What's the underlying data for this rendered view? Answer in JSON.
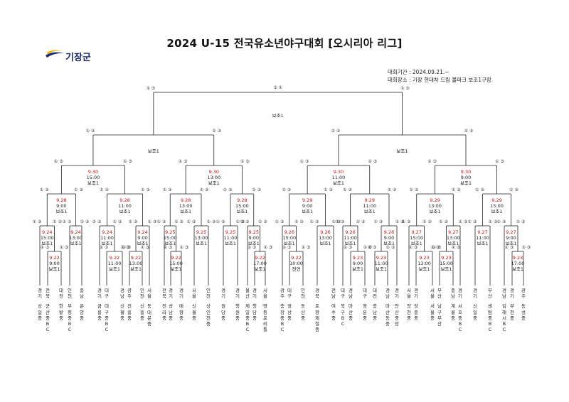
{
  "header": {
    "title": "2024 U-15 전국유소년야구대회 [오시리아 리그]",
    "logo_text": "기장군",
    "period": "대회기간 : 2024.09.21.~",
    "venue": "대회장소 : 기장 현대차 드림 볼파크 보조1구장"
  },
  "teams": [
    [
      "경기",
      "상일중"
    ],
    [
      "전북",
      "군산중BC"
    ],
    [
      "대전",
      "한밭중"
    ],
    [
      "인천",
      "부평중BC"
    ],
    [
      "충남",
      "온양중"
    ],
    [
      "경기",
      "금릉중"
    ],
    [
      "대구",
      "대구중BC"
    ],
    [
      "경남",
      "신월중"
    ],
    [
      "광주",
      "진흥중"
    ],
    [
      "인천",
      "신흥중"
    ],
    [
      "서울",
      "동대문중"
    ],
    [
      "전북",
      "전라중"
    ],
    [
      "경기",
      "성남중"
    ],
    [
      "경기",
      "매향중"
    ],
    [
      "서울",
      "신월중"
    ],
    [
      "인천",
      "상인천중"
    ],
    [
      "경기",
      "원당중"
    ],
    [
      "경기",
      "청원중"
    ],
    [
      "울산",
      "제일중BC"
    ],
    [
      "경기",
      "청담중"
    ],
    [
      "서울",
      "영등포리틀"
    ],
    [
      "광주",
      "충장중BC"
    ],
    [
      "대구",
      "경상중"
    ],
    [
      "인천",
      "동산중"
    ],
    [
      "경북",
      "포항제철중"
    ],
    [
      "전남",
      "여수중"
    ],
    [
      "대구",
      "북구BC"
    ],
    [
      "경남",
      "마산중"
    ],
    [
      "대구",
      "경운중"
    ],
    [
      "대전",
      "충남중"
    ],
    [
      "경남",
      "마산동중"
    ],
    [
      "경기",
      "안산중앙"
    ],
    [
      "서울",
      "양천중"
    ],
    [
      "경기",
      "장충중"
    ],
    [
      "서울",
      "서울중"
    ],
    [
      "부산",
      "남구부산"
    ],
    [
      "충남",
      "계룡중"
    ],
    [
      "경기",
      "서호중BC"
    ],
    [
      "경기",
      "신일중"
    ],
    [
      "부산",
      "센텀중BC"
    ],
    [
      "경남",
      "김해시BC"
    ],
    [
      "경기",
      "부천중"
    ],
    [
      "광주",
      "동성중"
    ]
  ],
  "matches": [
    {
      "date": "9.24",
      "time": "15:00",
      "venue": "보조1"
    },
    {
      "date": "9.22",
      "time": "9:00",
      "venue": "보조1"
    },
    {
      "date": "9.24",
      "time": "13:00",
      "venue": "보조1"
    },
    {
      "date": "9.24",
      "time": "11:00",
      "venue": "보조1"
    },
    {
      "date": "9.22",
      "time": "11:00",
      "venue": "보조1"
    },
    {
      "date": "9.22",
      "time": "13:00",
      "venue": "보조1"
    },
    {
      "date": "9.24",
      "time": "9:00",
      "venue": "보조1"
    },
    {
      "date": "9.25",
      "time": "15:00",
      "venue": "보조1"
    },
    {
      "date": "9.22",
      "time": "15:00",
      "venue": "보조1"
    },
    {
      "date": "9.25",
      "time": "13:00",
      "venue": "보조1"
    },
    {
      "date": "9.25",
      "time": "11:00",
      "venue": "보조1"
    },
    {
      "date": "9.25",
      "time": "9:00",
      "venue": "보조1"
    },
    {
      "date": "9.22",
      "time": "17:00",
      "venue": "보조1"
    },
    {
      "date": "9.26",
      "time": "15:00",
      "venue": "보조1"
    },
    {
      "date": "9.22",
      "time": "10:00",
      "venue": "전연"
    },
    {
      "date": "9.26",
      "time": "13:00",
      "venue": "보조1"
    },
    {
      "date": "9.26",
      "time": "11:00",
      "venue": "보조1"
    },
    {
      "date": "9.23",
      "time": "9:00",
      "venue": "보조1"
    },
    {
      "date": "9.23",
      "time": "11:00",
      "venue": "보조1"
    },
    {
      "date": "9.26",
      "time": "9:00",
      "venue": "보조1"
    },
    {
      "date": "9.27",
      "time": "15:00",
      "venue": "보조1"
    },
    {
      "date": "9.23",
      "time": "13:00",
      "venue": "보조1"
    },
    {
      "date": "9.23",
      "time": "15:00",
      "venue": "보조1"
    },
    {
      "date": "9.27",
      "time": "13:00",
      "venue": "보조1"
    },
    {
      "date": "9.27",
      "time": "11:00",
      "venue": "보조1"
    },
    {
      "date": "9.23",
      "time": "17:00",
      "venue": "보조1"
    },
    {
      "date": "9.27",
      "time": "9:00",
      "venue": "보조1"
    },
    {
      "date": "9.28",
      "time": "9:00",
      "venue": "보조1"
    },
    {
      "date": "9.28",
      "time": "11:00",
      "venue": "보조1"
    },
    {
      "date": "9.28",
      "time": "13:00",
      "venue": "보조1"
    },
    {
      "date": "9.28",
      "time": "15:00",
      "venue": "보조1"
    },
    {
      "date": "9.29",
      "time": "9:00",
      "venue": "보조1"
    },
    {
      "date": "9.29",
      "time": "11:00",
      "venue": "보조1"
    },
    {
      "date": "9.29",
      "time": "13:00",
      "venue": "보조1"
    },
    {
      "date": "9.29",
      "time": "15:00",
      "venue": "보조1"
    },
    {
      "date": "9.30",
      "time": "15:00",
      "venue": "보조1"
    },
    {
      "date": "9.30",
      "time": "13:00",
      "venue": "보조1"
    },
    {
      "date": "9.30",
      "time": "11:00",
      "venue": "보조1"
    },
    {
      "date": "9.30",
      "time": "9:00",
      "venue": "보조1"
    },
    {
      "date": "",
      "time": "",
      "venue": "보조1"
    },
    {
      "date": "",
      "time": "",
      "venue": "보조1"
    },
    {
      "date": "",
      "time": "",
      "venue": "보조1"
    }
  ],
  "score_marks": [
    "①",
    "③",
    "⑤"
  ],
  "colors": {
    "date": "#cc1111",
    "line": "#222222",
    "logo_yellow": "#f2b705",
    "logo_blue": "#1d2a6e"
  }
}
